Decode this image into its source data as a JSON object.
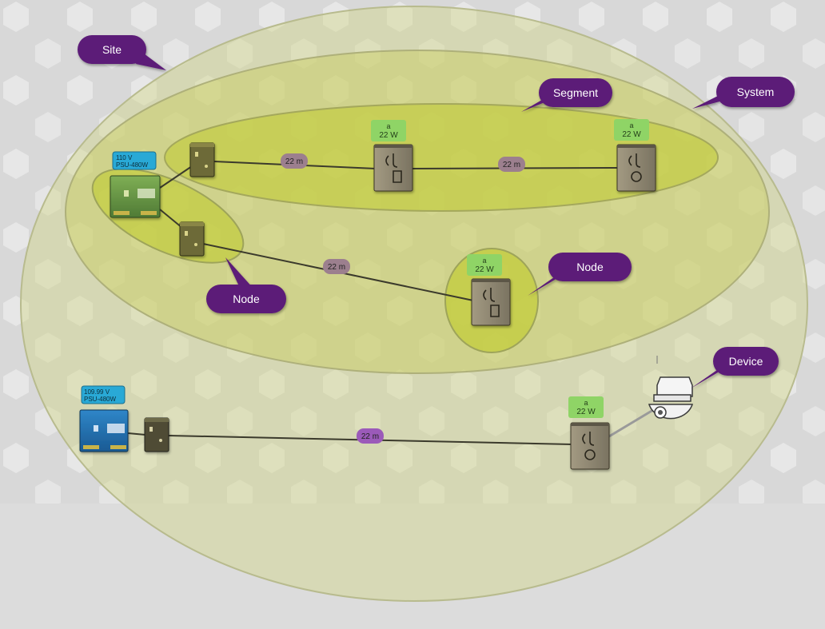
{
  "callouts": {
    "site": "Site",
    "system": "System",
    "segment": "Segment",
    "node_left": "Node",
    "node_right": "Node",
    "device": "Device"
  },
  "psu_top": {
    "line1": "110 V",
    "line2": "PSU-480W"
  },
  "psu_bottom": {
    "line1": "109.99 V",
    "line2": "PSU-480W"
  },
  "cable_labels": {
    "top_1": "22 m",
    "top_2": "22 m",
    "middle": "22 m",
    "bottom": "22 m"
  },
  "endpoint_badges": {
    "seg_1": {
      "letter": "a",
      "power": "22 W"
    },
    "seg_2": {
      "letter": "a",
      "power": "22 W"
    },
    "node": {
      "letter": "a",
      "power": "22 W"
    },
    "bottom": {
      "letter": "a",
      "power": "22 W"
    }
  },
  "colors": {
    "callout": "#5b1a78",
    "cable_label": "#9c7f8e",
    "cable_label_bottom": "#9b5ab9",
    "badge": "#8fd466",
    "psu_label": "#29a9d6",
    "psu_green": "#6f9a4a",
    "psu_blue": "#1f6fb3"
  },
  "icons": [
    "hexagon-pattern",
    "psu-module",
    "midspan-module",
    "power-endpoint-module",
    "ptz-camera-icon"
  ]
}
